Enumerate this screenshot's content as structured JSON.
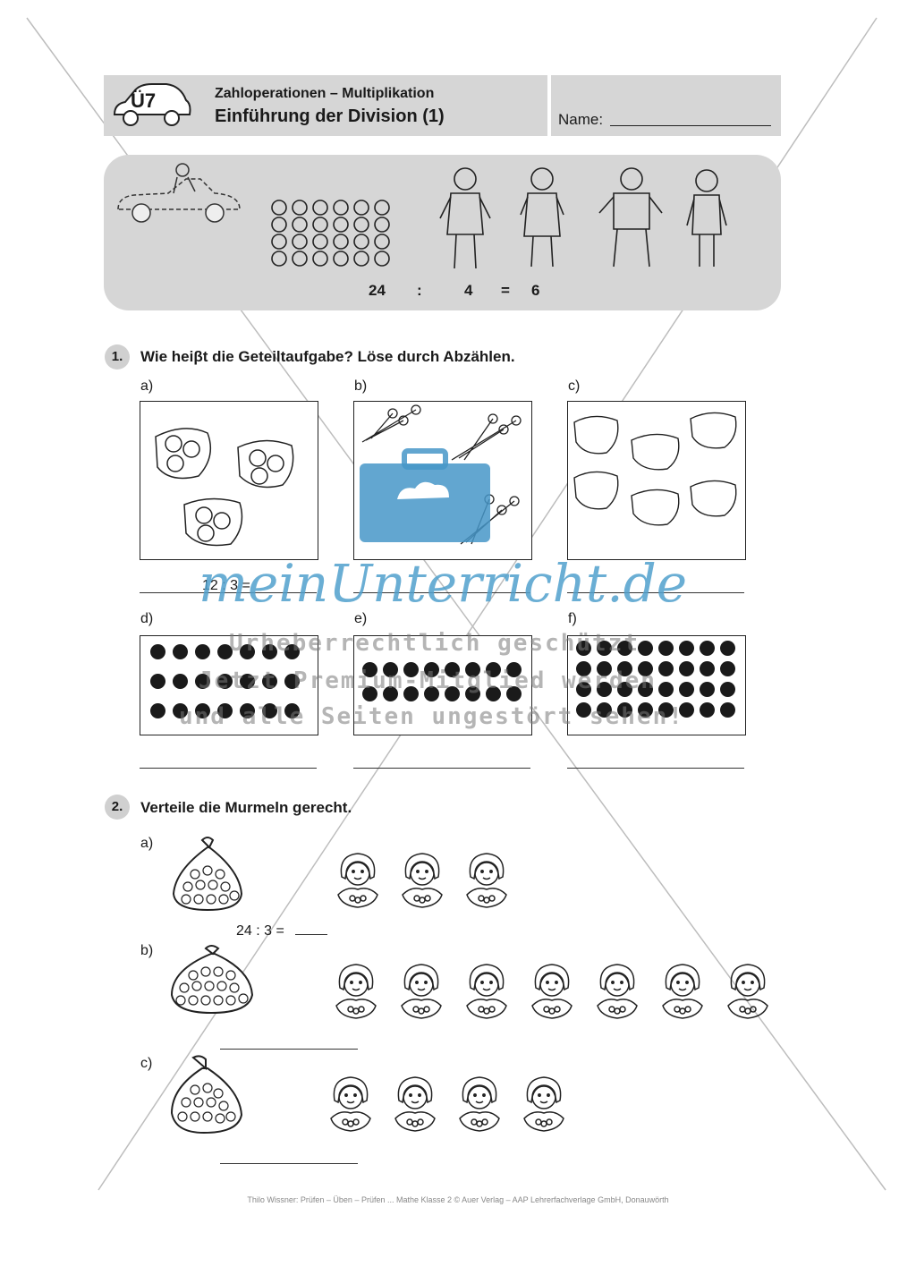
{
  "header": {
    "badge": "Ü7",
    "subtitle": "Zahloperationen – Multiplikation",
    "title": "Einführung der Division (1)",
    "name_label": "Name:"
  },
  "intro": {
    "equation": {
      "dividend": "24",
      "op": ":",
      "divisor": "4",
      "equals": "=",
      "result": "6"
    }
  },
  "task1": {
    "number": "1.",
    "instruction": "Wie heiβt die Geteiltaufgabe? Löse durch Abzählen.",
    "labels": [
      "a)",
      "b)",
      "c)",
      "d)",
      "e)",
      "f)"
    ],
    "example_answer": "12 : 3 ="
  },
  "task2": {
    "number": "2.",
    "instruction": "Verteile die Murmeln gerecht.",
    "labels": [
      "a)",
      "b)",
      "c)"
    ],
    "example_answer": "24 : 3 ="
  },
  "watermark": {
    "logo": "meinUnterricht.de",
    "line1": "Urheberrechtlich geschützt",
    "line2": "Jetzt Premium-Mitglied werden",
    "line3": "und alle Seiten ungestört sehen!"
  },
  "footer": "Thilo Wissner: Prüfen – Üben – Prüfen ... Mathe Klasse 2 © Auer Verlag – AAP Lehrerfachverlage GmbH, Donauwörth"
}
